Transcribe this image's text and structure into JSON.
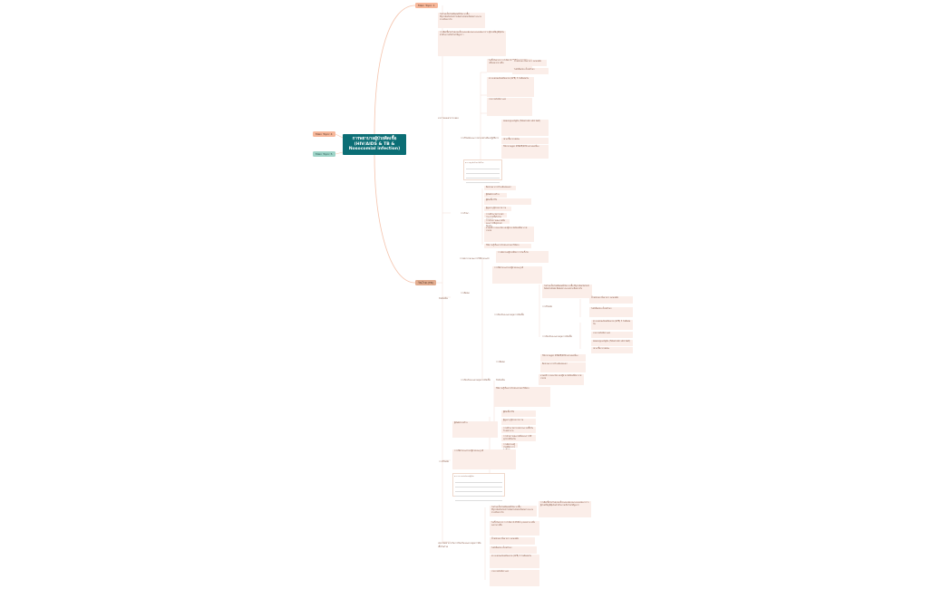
{
  "central": {
    "title": "การพยาบาลผู้ป่วยติดเชื้อ (HIV/AIDS & TB & Nosocomial infection)",
    "color": "#0b6e75"
  },
  "main_topics": [
    {
      "label": "Main Topic 1",
      "color": "#f7b79a"
    },
    {
      "label": "Main Topic 4",
      "color": "#f7b79a"
    },
    {
      "label": "Main Topic 5",
      "color": "#9ed4c8"
    },
    {
      "label": "วัณโรค (TB)",
      "color": "#e2ad90"
    }
  ],
  "subtopics": {
    "s1": "อาการและอาการแสดง",
    "s2": "การวินิจฉัยและการตรวจทางห้องปฏิบัติการ",
    "s3": "การรักษา",
    "s4": "การพยาบาลและการให้คำแนะนำ",
    "s5": "ปัจจัยเสี่ยง",
    "s6": "การติดต่อ",
    "s7": "การป้องกันและควบคุมการติดเชื้อ",
    "s8": "การวินิจฉัย",
    "s9": "บทบาทพยาบาลในการป้องกันและควบคุมการติดเชื้อวัณโรค"
  },
  "notes": {
    "n1": "วัณโรคเป็นโรคติดต่อที่เกิดจากเชื้อ Mycobacterium tuberculosis ติดต่อทางระบบทางเดินหายใจ",
    "n2": "การติดเชื้อวัณโรคแบ่งเป็นระยะแฝงและระยะแสดงอาการ ผู้ป่วยที่มีภูมิคุ้มกันต่ำมีโอกาสเกิดโรคได้สูงกว่า",
    "n3": "ไอเรื้อรังมากกว่า 2 สัปดาห์ มีไข้ต่ำๆ ตอนบ่าย เหงื่อออกกลางคืน",
    "n4": "น้ำหนักลด เบื่ออาหาร อ่อนเพลีย",
    "n5": "ไอมีเลือดปน เจ็บหน้าอก",
    "n6": "ตรวจเสมหะย้อมสีทนกรด (AFB) 3 วันติดต่อกัน",
    "n7": "ถ่ายภาพรังสีทรวงอก",
    "n8": "ทดสอบทูเบอร์คูลิน (Tuberculin skin test)",
    "n9": "เพาะเชื้อจากเสมหะ",
    "n10": "ให้ยาตามสูตร 2HRZE/4HR อย่างต่อเนื่อง",
    "n11": "ติดตามอาการข้างเคียงของยา",
    "n12": "สวมหน้ากากอนามัย แยกผู้ป่วย จัดห้องที่มีอากาศถ่ายเท",
    "n13": "ให้ความรู้เรื่องการรับประทานยาให้ครบ",
    "n14": "ผู้สัมผัสร่วมบ้าน",
    "n15": "ผู้ติดเชื้อ HIV",
    "n16": "ผู้สูงอายุ ผู้ป่วยเบาหวาน",
    "n17": "การเฝ้าระวังการแพร่กระจายเชื้อในโรงพยาบาล",
    "n18": "การทำความสะอาดมือและการใช้อุปกรณ์ป้องกัน",
    "n19": "การคัดกรองผู้ป่วยที่มีอาการไอเรื้อรัง",
    "n20": "การให้คำแนะนำแก่ผู้ป่วยและญาติ"
  },
  "tables": {
    "t1": "ตารางสรุปยารักษาวัณโรค",
    "t2": "ตารางการแบ่งประเภทผู้ป่วย"
  }
}
